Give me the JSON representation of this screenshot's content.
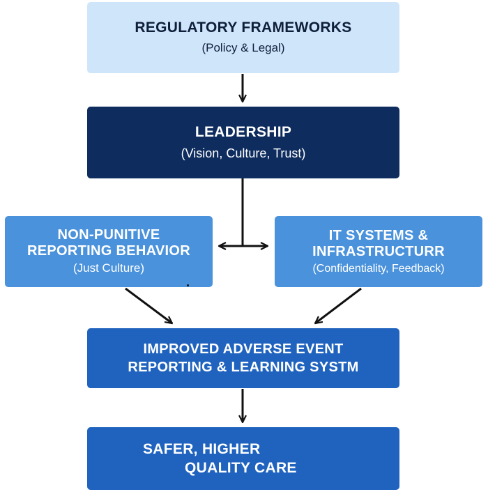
{
  "diagram": {
    "nodes": {
      "regulatory": {
        "title": "REGULATORY FRAMEWORKS",
        "subtitle": "(Policy & Legal)",
        "fill": "#cfe6fa"
      },
      "leadership": {
        "title": "LEADERSHIP",
        "subtitle": "(Vision, Culture, Trust)",
        "fill": "#0e2c5e"
      },
      "nonpunitive": {
        "title_line1": "NON-PUNITIVE",
        "title_line2": "REPORTING BEHAVIOR",
        "subtitle": "(Just Culture)",
        "fill": "#4a92dc"
      },
      "itsystems": {
        "title_line1": "IT SYSTEMS &",
        "title_line2": "INFRASTRUCTURR",
        "subtitle": "(Confidentiality, Feedback)",
        "fill": "#4a92dc"
      },
      "improved": {
        "title_line1": "IMPROVED ADVERSE EVENT",
        "title_line2": "REPORTING & LEARNING SYSTM",
        "fill": "#1f63bf"
      },
      "safer": {
        "title_line1": "SAFER, HIGHER",
        "title_line2": "QUALITY CARE",
        "fill": "#1f63bf"
      }
    },
    "edges": [
      {
        "from": "regulatory",
        "to": "leadership"
      },
      {
        "from": "leadership",
        "to": "nonpunitive"
      },
      {
        "from": "leadership",
        "to": "itsystems"
      },
      {
        "from": "nonpunitive",
        "to": "improved"
      },
      {
        "from": "itsystems",
        "to": "improved"
      },
      {
        "from": "improved",
        "to": "safer"
      }
    ],
    "arrow_color": "#111111"
  }
}
